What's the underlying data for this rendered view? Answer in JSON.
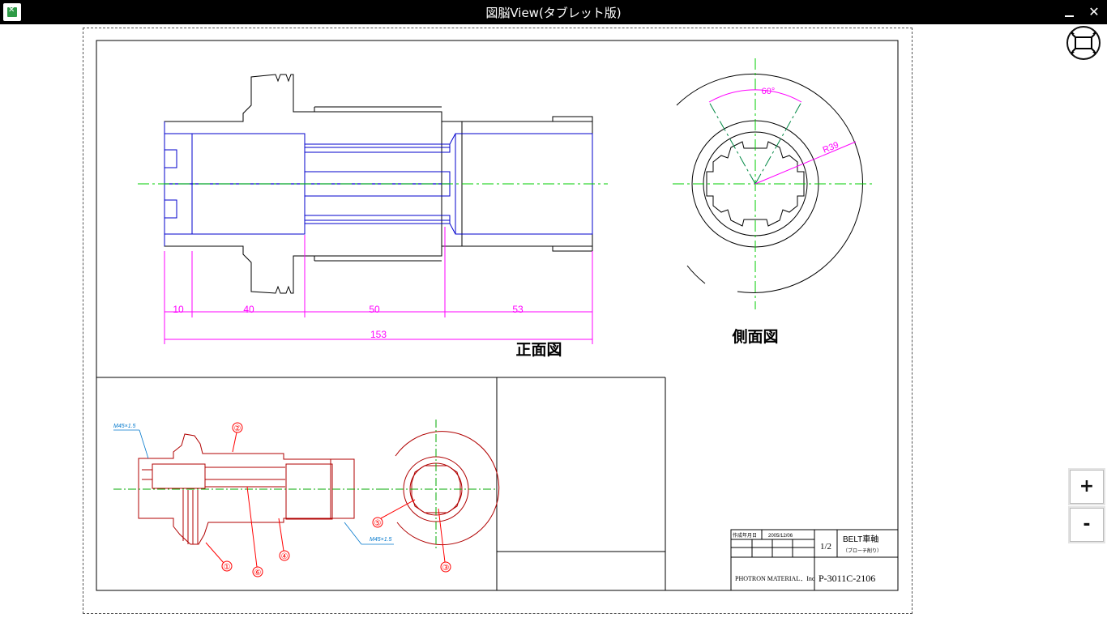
{
  "window": {
    "title": "図脳View(タブレット版)",
    "min_icon": "minimize-icon",
    "close_icon": "close-icon",
    "close_glyph": "✕"
  },
  "toolbar": {
    "fit_icon": "fit-to-screen-icon",
    "zoom_in_label": "+",
    "zoom_out_label": "-"
  },
  "drawing": {
    "front_view_label": "正面図",
    "side_view_label": "側面図",
    "dims": {
      "d10": "10",
      "d40": "40",
      "d50": "50",
      "d53": "53",
      "d153": "153",
      "angle": "60°",
      "radius": "R39"
    },
    "thumb": {
      "thread_note_top": "M45×1.5",
      "thread_note_bottom": "M45×1.5",
      "balloons": [
        "①",
        "②",
        "③",
        "④",
        "⑤",
        "⑥"
      ]
    },
    "title_block": {
      "date_label": "作成年月日",
      "date_value": "2005/12/06",
      "sheet": "1/2",
      "part_name": "BELT車軸",
      "part_note": "（ブローチ削り）",
      "company": "PHOTRON MATERIAL．Inc",
      "drawing_no": "P-3011C-2106"
    }
  },
  "colors": {
    "outline": "#000000",
    "hidden": "#0000cc",
    "center": "#00cc00",
    "dimension": "#ff00ff",
    "thumb": "#b00000",
    "note": "#0077cc"
  }
}
